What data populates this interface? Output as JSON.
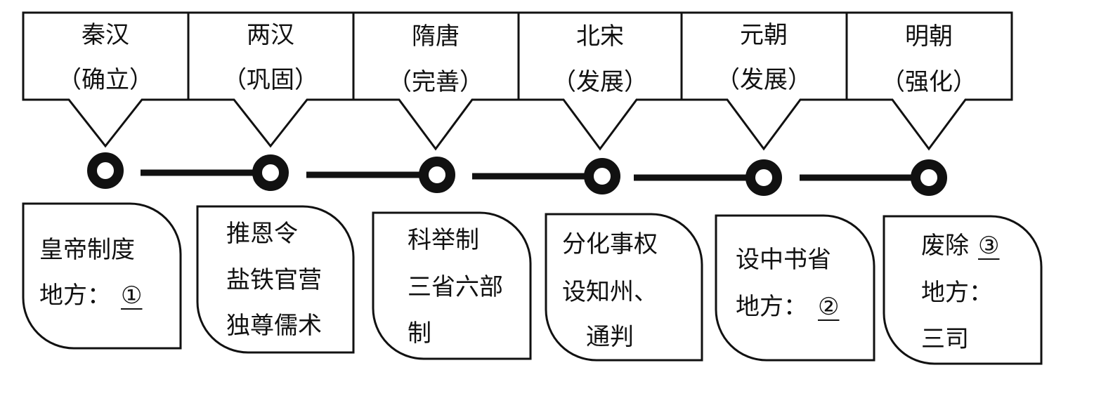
{
  "periods": [
    {
      "name": "秦汉",
      "stage": "（确立）",
      "lines": [
        "皇帝制度",
        "地方："
      ],
      "blank": "①"
    },
    {
      "name": "两汉",
      "stage": "（巩固）",
      "lines": [
        "推恩令",
        "盐铁官营",
        "独尊儒术"
      ]
    },
    {
      "name": "隋唐",
      "stage": "（完善）",
      "lines": [
        "科举制",
        "三省六部",
        "制"
      ]
    },
    {
      "name": "北宋",
      "stage": "（发展）",
      "lines": [
        "分化事权",
        "设知州、",
        "通判"
      ]
    },
    {
      "name": "元朝",
      "stage": "（发展）",
      "lines": [
        "设中书省",
        "地方："
      ],
      "blank": "②"
    },
    {
      "name": "明朝",
      "stage": "（强化）",
      "lines": [
        "废除",
        "地方：",
        "三司"
      ],
      "blank": "③"
    }
  ]
}
